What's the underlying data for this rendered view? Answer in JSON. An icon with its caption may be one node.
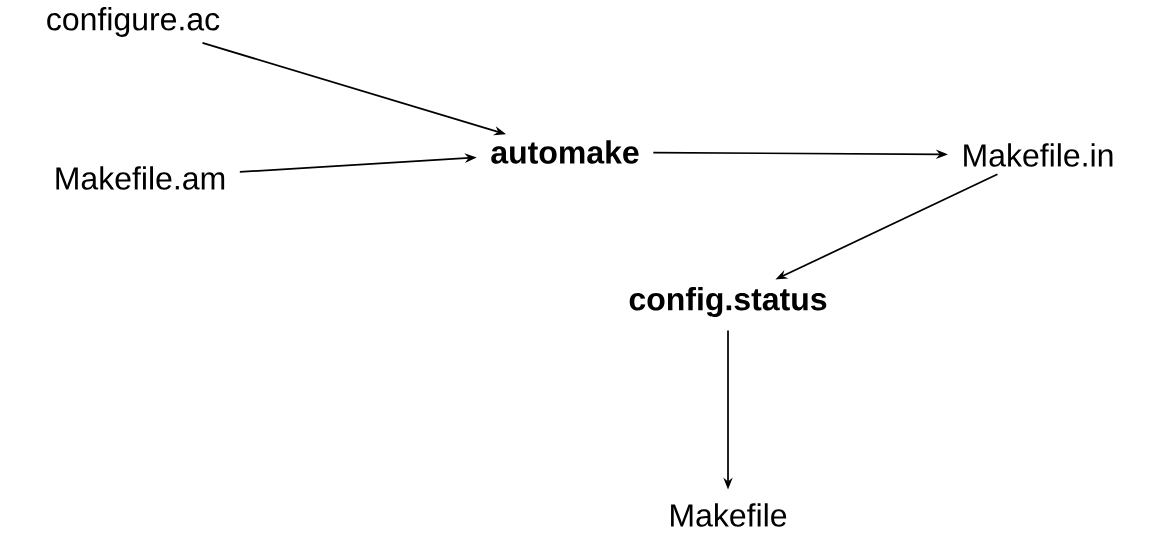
{
  "diagram": {
    "nodes": [
      {
        "text": [
          "configure.ac"
        ]
      },
      {
        "text": [
          "Makefile.am"
        ]
      },
      {
        "text": [
          "automake"
        ]
      },
      {
        "text": [
          "Makefile.in"
        ]
      },
      {
        "text": [
          "config.status"
        ]
      },
      {
        "text": [
          "Makefile"
        ]
      }
    ],
    "edges": [
      {
        "from": 0,
        "to": 2,
        "arrow": "to"
      },
      {
        "from": 1,
        "to": 2,
        "arrow": "to"
      },
      {
        "from": 2,
        "to": 3,
        "arrow": "to"
      },
      {
        "from": 3,
        "to": 4,
        "arrow": "to"
      },
      {
        "from": 4,
        "to": 5,
        "arrow": "to"
      }
    ]
  }
}
